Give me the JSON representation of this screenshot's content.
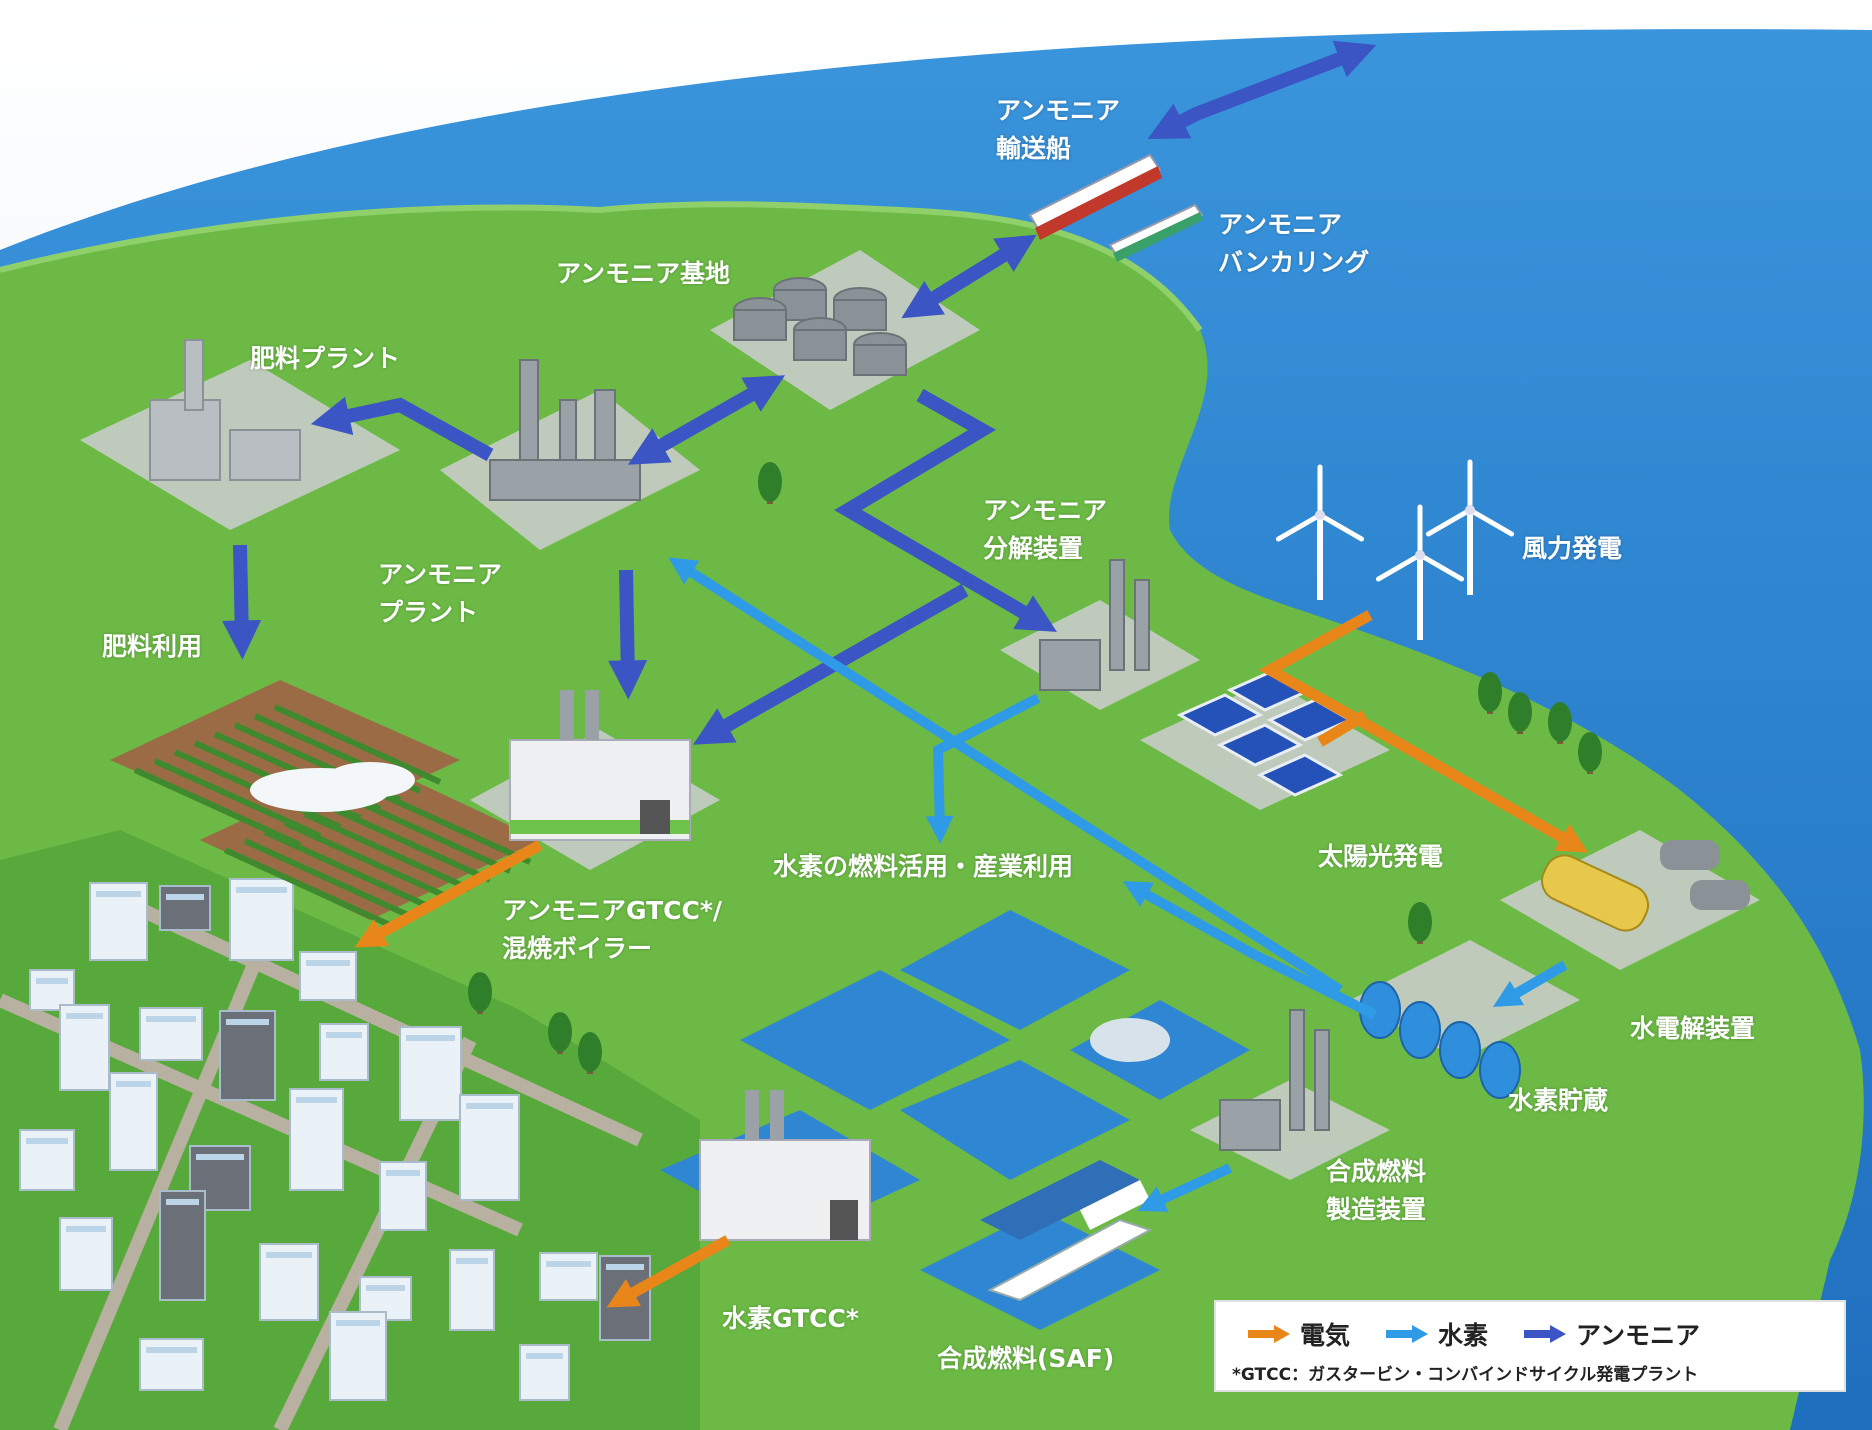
{
  "labels": {
    "ammonia_ship": [
      "アンモニア",
      "輸送船"
    ],
    "ammonia_bunkering": [
      "アンモニア",
      "バンカリング"
    ],
    "ammonia_base": "アンモニア基地",
    "fertilizer_plant": "肥料プラント",
    "ammonia_plant": [
      "アンモニア",
      "プラント"
    ],
    "fertilizer_use": "肥料利用",
    "ammonia_cracker": [
      "アンモニア",
      "分解装置"
    ],
    "wind_power": "風力発電",
    "solar_power": "太陽光発電",
    "hydrogen_use": "水素の燃料活用・産業利用",
    "ammonia_gtcc": [
      "アンモニアGTCC*/",
      "混焼ボイラー"
    ],
    "electrolyzer": "水電解装置",
    "hydrogen_storage": "水素貯蔵",
    "synfuel_device": [
      "合成燃料",
      "製造装置"
    ],
    "hydrogen_gtcc": "水素GTCC*",
    "saf": "合成燃料(SAF)"
  },
  "legend": {
    "items": [
      {
        "label": "電気",
        "color": "#e8861a"
      },
      {
        "label": "水素",
        "color": "#2f9be6"
      },
      {
        "label": "アンモニア",
        "color": "#3b55c4"
      }
    ],
    "note": "*GTCC：ガスタービン・コンバインドサイクル発電プラント"
  },
  "colors": {
    "sea": "#2f86d2",
    "sky": "#e6eef6",
    "land": "#6cba45",
    "electricity": "#e8861a",
    "hydrogen": "#2f9be6",
    "ammonia": "#3b55c4"
  }
}
